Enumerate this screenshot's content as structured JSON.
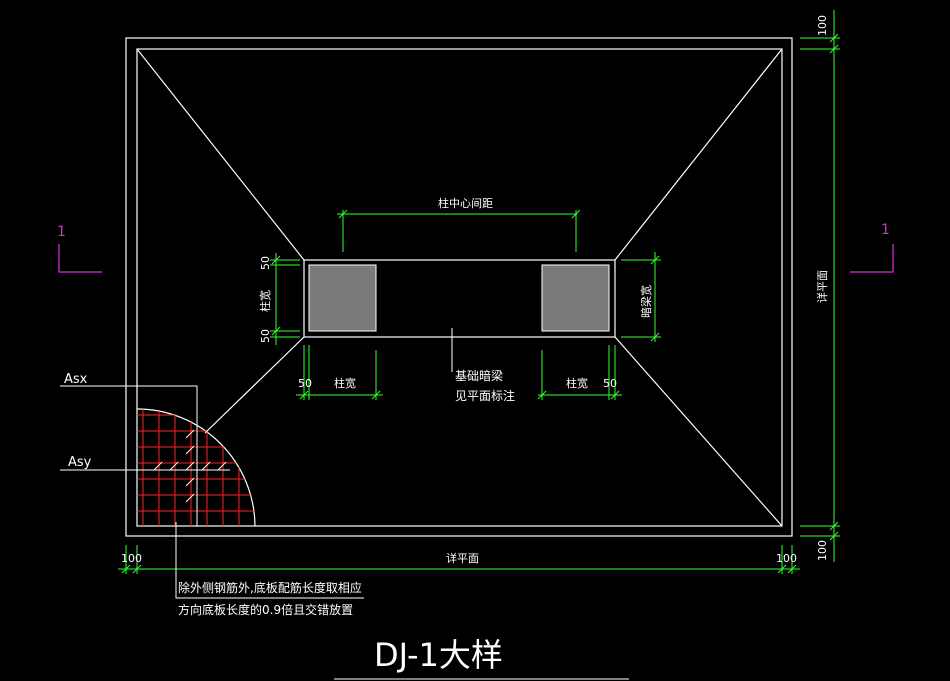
{
  "colors": {
    "background": "#000000",
    "outline": "#ffffff",
    "dimension": "#33ff33",
    "column_fill": "#7a7a7a",
    "section_mark": "#cc33cc",
    "rebar": "#ff2222"
  },
  "drawing": {
    "title": "DJ-1大样",
    "section_mark_left": "1",
    "section_mark_right": "1",
    "label_col_spacing": "柱中心间距",
    "label_col_width_left_vertical": "柱宽",
    "label_col_width_bottom_left": "柱宽",
    "label_col_width_bottom_right": "柱宽",
    "label_beam_width": "暗梁宽",
    "label_dim_50_tl": "50",
    "label_dim_50_bl": "50",
    "label_dim_50_bottom_left": "50",
    "label_dim_50_bottom_right": "50",
    "label_foundation_beam_line1": "基础暗梁",
    "label_foundation_beam_line2": "见平面标注",
    "label_plan_right": "详平面",
    "label_plan_bottom": "详平面",
    "label_100_top_right": "100",
    "label_100_bottom_right": "100",
    "label_100_bottom_left": "100",
    "label_100_bottom_right_h": "100",
    "label_asx": "Asx",
    "label_asy": "Asy",
    "note_line1": "除外侧钢筋外,底板配筋长度取相应",
    "note_line2": "方向底板长度的0.9倍且交错放置"
  }
}
